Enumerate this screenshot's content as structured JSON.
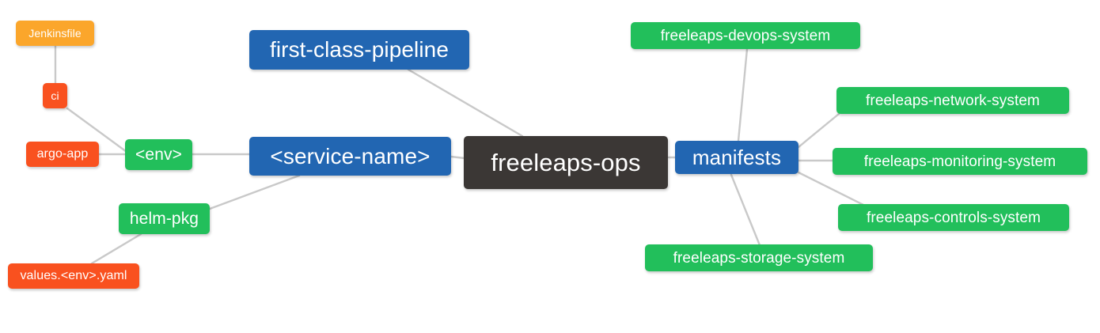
{
  "diagram": {
    "type": "mindmap",
    "title": "freeleaps-ops",
    "background": "#ffffff",
    "edge_color": "#c9c9c9",
    "palette": {
      "root": "#3b3735",
      "blue": "#2266b2",
      "green": "#22bf5b",
      "orange": "#fba62b",
      "red": "#f9511f",
      "text": "#ffffff"
    }
  },
  "nodes": {
    "root": {
      "label": "freeleaps-ops"
    },
    "service_name": {
      "label": "<service-name>"
    },
    "first_class_pipeline": {
      "label": "first-class-pipeline"
    },
    "env": {
      "label": "<env>"
    },
    "jenkinsfile": {
      "label": "Jenkinsfile"
    },
    "ci": {
      "label": "ci"
    },
    "argo_app": {
      "label": "argo-app"
    },
    "helm_pkg": {
      "label": "helm-pkg"
    },
    "values_yaml": {
      "label": "values.<env>.yaml"
    },
    "manifests": {
      "label": "manifests"
    },
    "devops_system": {
      "label": "freeleaps-devops-system"
    },
    "network_system": {
      "label": "freeleaps-network-system"
    },
    "monitoring_system": {
      "label": "freeleaps-monitoring-system"
    },
    "controls_system": {
      "label": "freeleaps-controls-system"
    },
    "storage_system": {
      "label": "freeleaps-storage-system"
    }
  },
  "edges": [
    {
      "from": "root",
      "to": "service_name"
    },
    {
      "from": "root",
      "to": "first_class_pipeline"
    },
    {
      "from": "root",
      "to": "manifests"
    },
    {
      "from": "service_name",
      "to": "env"
    },
    {
      "from": "service_name",
      "to": "helm_pkg"
    },
    {
      "from": "env",
      "to": "ci"
    },
    {
      "from": "env",
      "to": "argo_app"
    },
    {
      "from": "ci",
      "to": "jenkinsfile"
    },
    {
      "from": "helm_pkg",
      "to": "values_yaml"
    },
    {
      "from": "manifests",
      "to": "devops_system"
    },
    {
      "from": "manifests",
      "to": "network_system"
    },
    {
      "from": "manifests",
      "to": "monitoring_system"
    },
    {
      "from": "manifests",
      "to": "controls_system"
    },
    {
      "from": "manifests",
      "to": "storage_system"
    }
  ]
}
